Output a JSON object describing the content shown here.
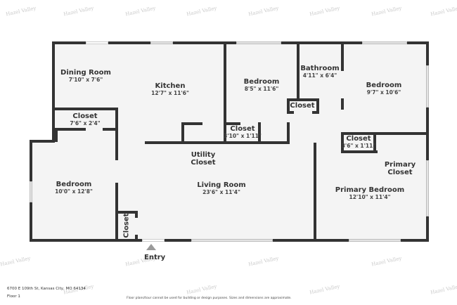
{
  "watermark": "Hazel Valley",
  "rooms": {
    "dining": {
      "name": "Dining Room",
      "dim": "7'10\" x 7'6\""
    },
    "kitchen": {
      "name": "Kitchen",
      "dim": "12'7\" x 11'6\""
    },
    "bedroom1": {
      "name": "Bedroom",
      "dim": "8'5\" x 11'6\""
    },
    "bathroom": {
      "name": "Bathroom",
      "dim": "4'11\" x 6'4\""
    },
    "bedroom2": {
      "name": "Bedroom",
      "dim": "9'7\" x 10'6\""
    },
    "closet_dining": {
      "name": "Closet",
      "dim": "7'6\" x 2'4\""
    },
    "utility": {
      "name": "Utility\nCloset"
    },
    "closet_mid": {
      "name": "Closet",
      "dim": "3'10\" x 1'11\""
    },
    "closet_bath": {
      "name": "Closet"
    },
    "closet_primary_small": {
      "name": "Closet",
      "dim": "3'6\" x 1'11\""
    },
    "primary_closet": {
      "name": "Primary\nCloset"
    },
    "bedroom3": {
      "name": "Bedroom",
      "dim": "10'0\" x 12'8\""
    },
    "living": {
      "name": "Living Room",
      "dim": "23'6\" x 11'4\""
    },
    "primary_bedroom": {
      "name": "Primary Bedroom",
      "dim": "12'10\" x 11'4\""
    },
    "closet_entry": {
      "name": "Closet"
    }
  },
  "entry": {
    "label": "Entry"
  },
  "footer": {
    "address": "6700 E 109th St, Kansas City, MO 64134",
    "floor": "Floor 1",
    "disclaimer": "Floor plans/tour cannot be used for building or design purposes. Sizes and dimensions are approximate."
  }
}
